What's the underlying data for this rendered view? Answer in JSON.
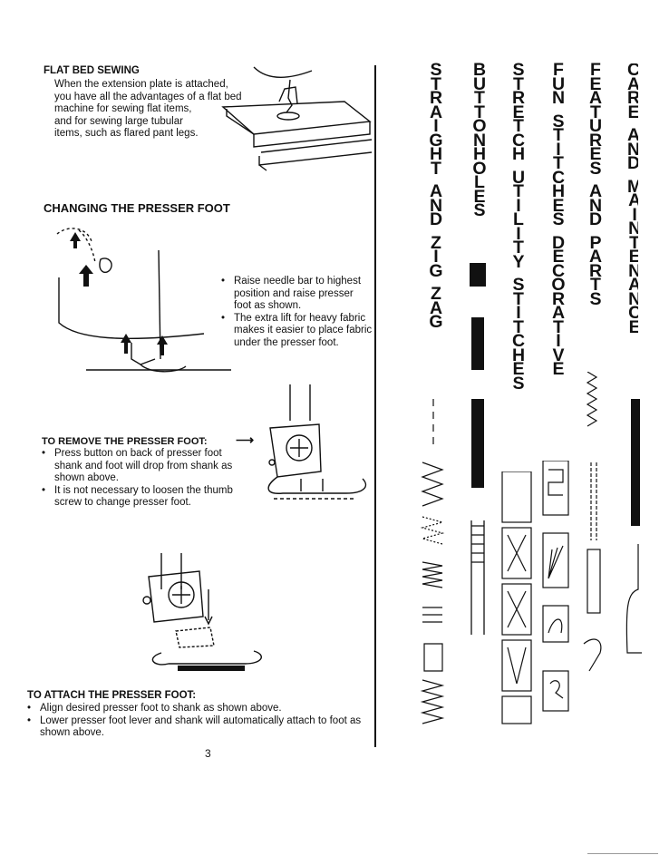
{
  "page_number": "3",
  "sections": {
    "flatbed": {
      "heading": "FLAT BED SEWING",
      "text": [
        "When the extension plate is attached,",
        "you have all the advantages of a flat bed",
        "machine for sewing flat items,",
        "and for sewing large tubular",
        "items, such as flared pant legs."
      ]
    },
    "changing": {
      "heading": "CHANGING THE PRESSER FOOT",
      "bullets": [
        "Raise needle bar to highest position and raise presser foot as shown.",
        "The extra lift for heavy fabric makes it easier to place fabric under the presser foot."
      ]
    },
    "remove": {
      "heading": "TO REMOVE THE PRESSER FOOT:",
      "bullets": [
        "Press button on back of presser foot shank and foot will drop from shank as shown above.",
        "It is not necessary to loosen the thumb screw to change presser foot."
      ]
    },
    "attach": {
      "heading": "TO ATTACH THE PRESSER FOOT:",
      "bullets": [
        "Align desired presser foot to shank as shown above.",
        "Lower presser foot lever and shank will automatically attach to foot as shown above."
      ]
    }
  },
  "tabs": [
    {
      "id": "straight",
      "words": [
        "STRAIGHT",
        "AND",
        "ZIG",
        "ZAG"
      ]
    },
    {
      "id": "buttonholes",
      "words": [
        "BUTTONHOLES"
      ]
    },
    {
      "id": "stretch",
      "words": [
        "STRETCH",
        "UTILITY",
        "STITCHES"
      ]
    },
    {
      "id": "fun",
      "words": [
        "FUN",
        "STITCHES",
        "DECORATIVE"
      ]
    },
    {
      "id": "features",
      "words": [
        "FEATURES",
        "AND",
        "PARTS"
      ]
    },
    {
      "id": "care",
      "words": [
        "CARE",
        "AND",
        "MAINTENANCE"
      ]
    }
  ]
}
